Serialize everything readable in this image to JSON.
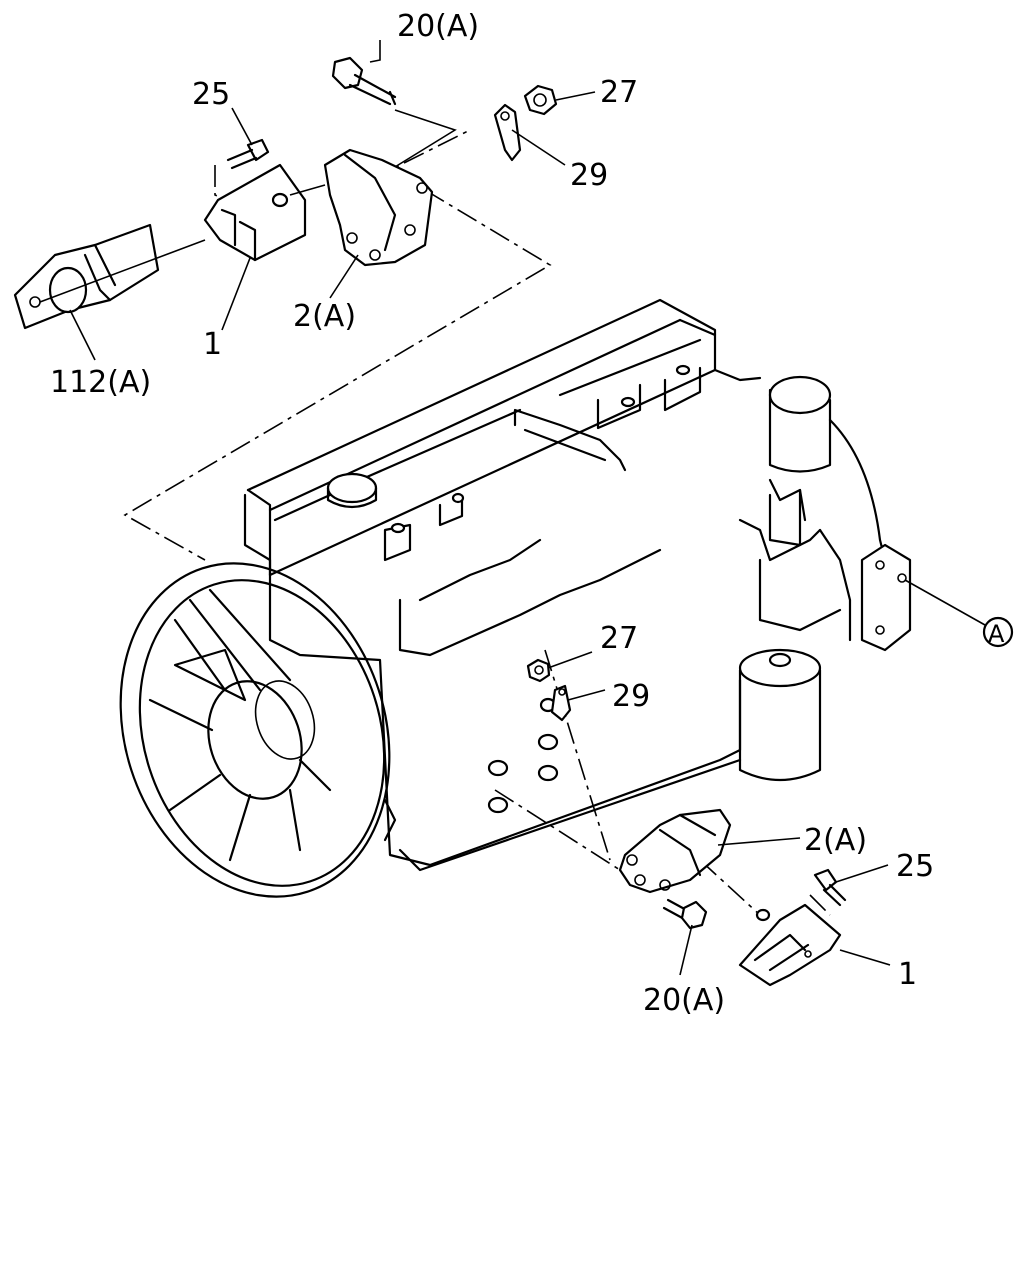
{
  "callouts": {
    "bolt_top": "20(A)",
    "nut_top": "27",
    "bolt_small_top": "25",
    "strap_top": "29",
    "bracket_top": "2(A)",
    "mount_top": "1",
    "plate_top": "112(A)",
    "ref_circle": "A",
    "nut_mid": "27",
    "strap_mid": "29",
    "bracket_bottom": "2(A)",
    "bolt_small_bottom": "25",
    "mount_bottom": "1",
    "bolt_bottom": "20(A)"
  }
}
